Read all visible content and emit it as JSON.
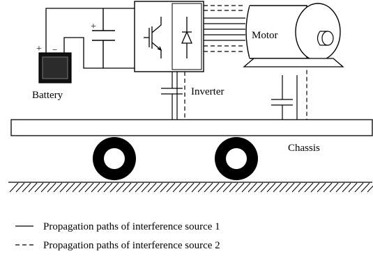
{
  "labels": {
    "battery": "Battery",
    "battery_plus": "+",
    "battery_minus": "−",
    "cap_plus": "+",
    "motor": "Motor",
    "inverter": "Inverter",
    "chassis": "Chassis"
  },
  "legend": [
    {
      "style": "solid",
      "text": "Propagation paths of interference source 1"
    },
    {
      "style": "dashed",
      "text": "Propagation paths of interference source 2"
    }
  ],
  "colors": {
    "ink": "#000000",
    "battery_fill": "#111111",
    "battery_screen": "#333333"
  }
}
